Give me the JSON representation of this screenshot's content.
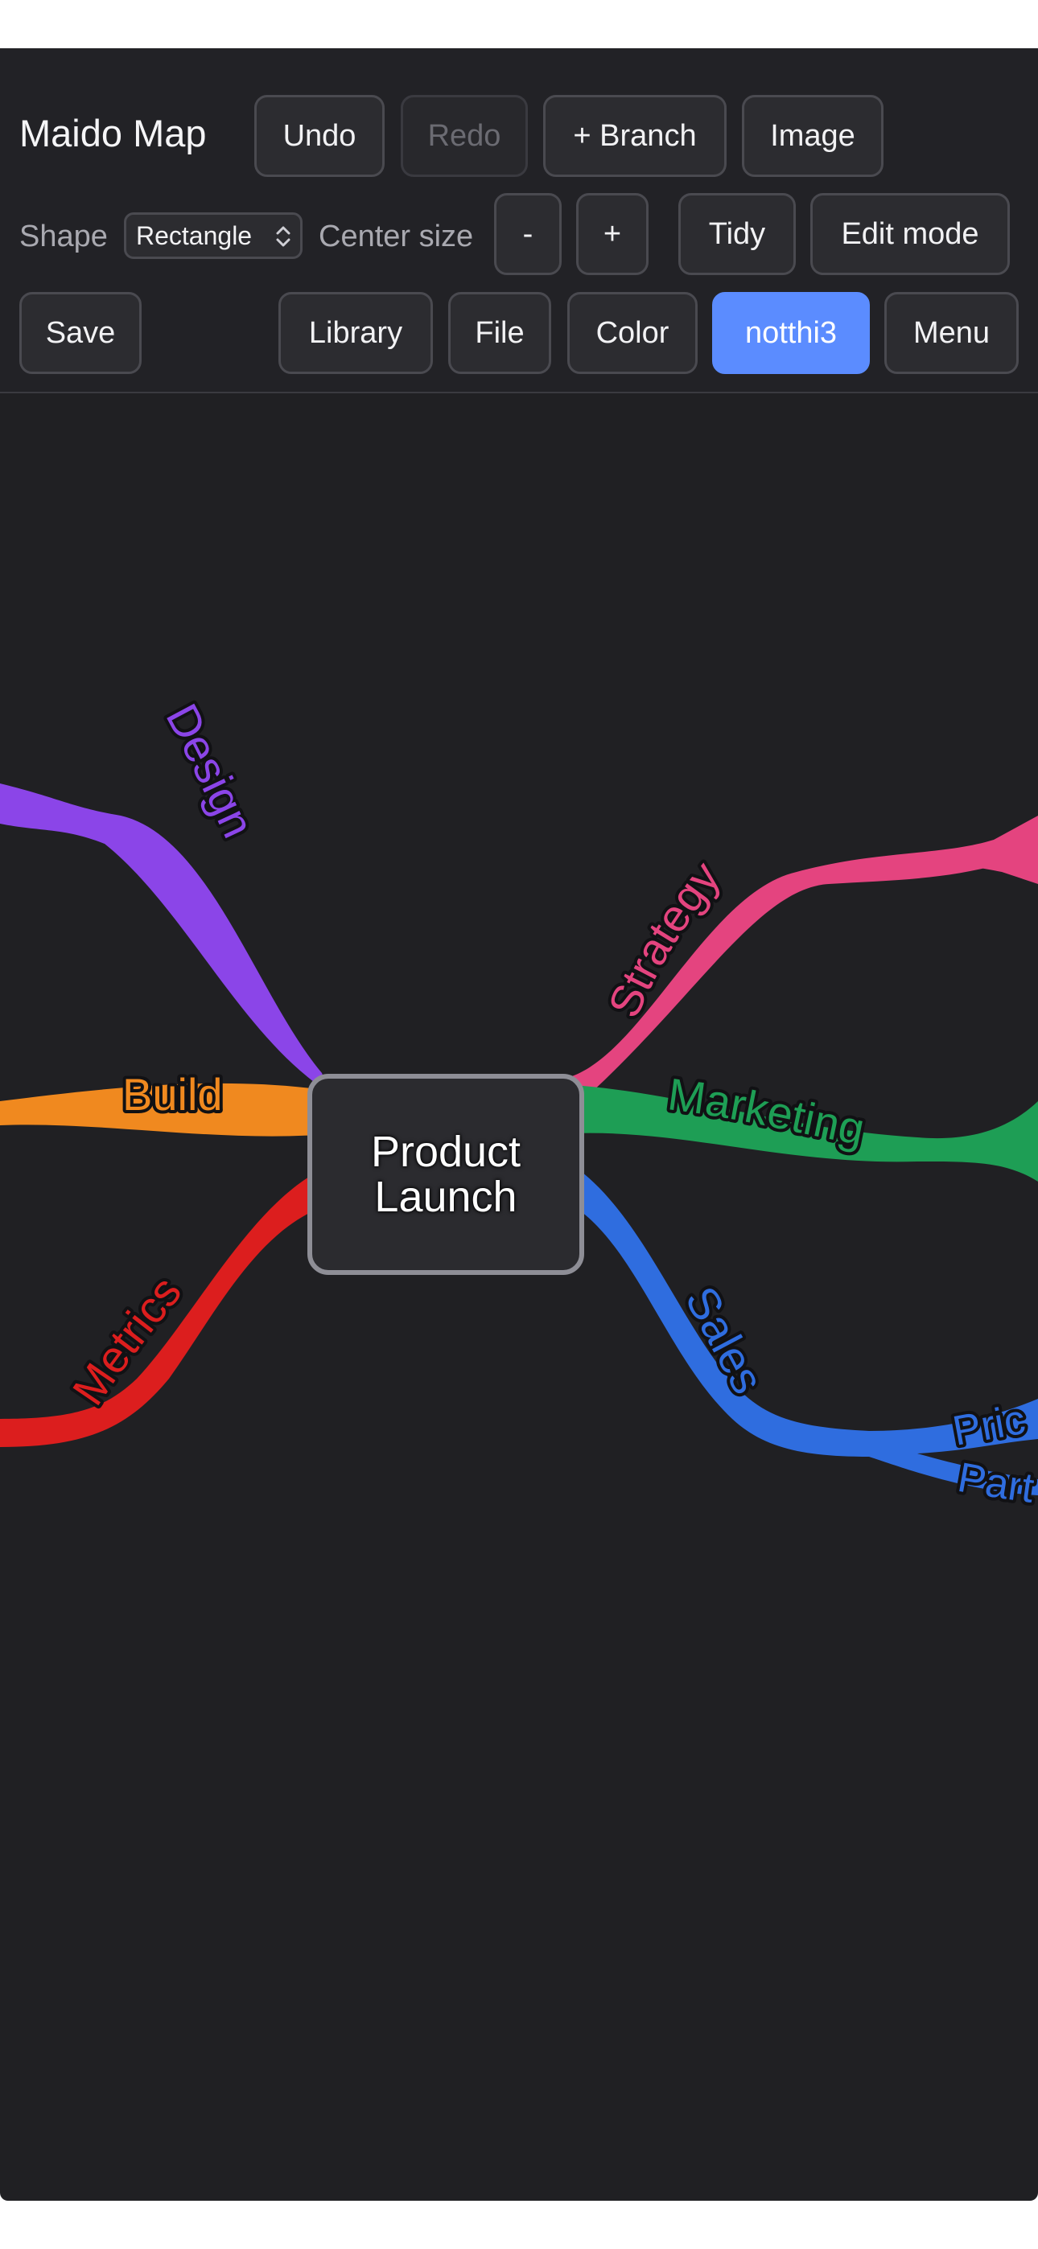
{
  "app": {
    "title": "Maido Map"
  },
  "toolbar": {
    "undo_label": "Undo",
    "redo_label": "Redo",
    "add_branch_label": "+ Branch",
    "image_label": "Image",
    "shape_label": "Shape",
    "shape_value": "Rectangle",
    "center_size_label": "Center size",
    "decrease_label": "-",
    "increase_label": "+",
    "tidy_label": "Tidy",
    "edit_mode_label": "Edit mode",
    "save_label": "Save",
    "library_label": "Library",
    "file_label": "File",
    "color_label": "Color",
    "user_label": "notthi3",
    "menu_label": "Menu"
  },
  "mindmap": {
    "center": "Product\nLaunch",
    "branches": [
      {
        "label": "Design",
        "color": "#8b45e8"
      },
      {
        "label": "Build",
        "color": "#f0891f"
      },
      {
        "label": "Metrics",
        "color": "#dc1e1e"
      },
      {
        "label": "Strategy",
        "color": "#e4447f"
      },
      {
        "label": "Marketing",
        "color": "#1e9e55"
      },
      {
        "label": "Sales",
        "color": "#2f6ddf"
      }
    ],
    "sub_branches": [
      {
        "label": "Pric",
        "color": "#2f6ddf"
      },
      {
        "label": "Part",
        "color": "#2f6ddf"
      }
    ]
  },
  "colors": {
    "background": "#202023",
    "toolbar_bg": "#222226",
    "button_bg": "#2c2c30",
    "accent": "#5b8cff"
  }
}
